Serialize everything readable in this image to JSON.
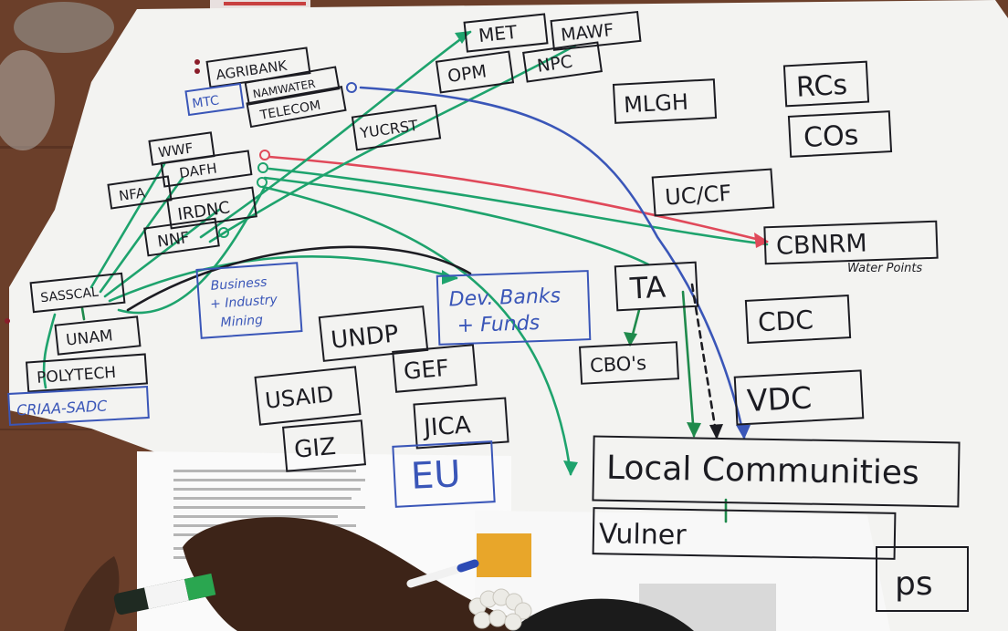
{
  "scene": {
    "description_free": true,
    "colors": {
      "table": "#6b3f2a",
      "paper": "#f3f3f1",
      "ink_black": "#1c1c22",
      "ink_blue": "#3a56b8",
      "ink_green": "#1ea36d",
      "ink_red": "#e0495a",
      "ink_dark_green": "#1f8a4c"
    }
  },
  "nodes": {
    "agribank": "AGRIBANK",
    "mtc": "MTC",
    "namwater": "NAMWATER",
    "telecom": "TELECOM",
    "met": "MET",
    "mawf": "MAWF",
    "opm": "OPM",
    "npc": "NPC",
    "yucrst": "YUCRST",
    "mlgh": "MLGH",
    "rcs": "RCs",
    "cos": "COs",
    "wwf": "WWF",
    "dafh": "DAFH",
    "nfa": "NFA",
    "irdnc": "IRDNC",
    "nnf": "NNF",
    "uc_cf": "UC/CF",
    "cbnrm": "CBNRM",
    "water_points": "Water Points",
    "sasscal": "SASSCAL",
    "business": "Business",
    "industry": "+ Industry",
    "mining": "Mining",
    "dev_banks": "Dev. Banks",
    "funds": "+ Funds",
    "ta": "TA",
    "cdc": "CDC",
    "unam": "UNAM",
    "undp": "UNDP",
    "cbos": "CBO's",
    "polytech": "POLYTECH",
    "usaid": "USAID",
    "gef": "GEF",
    "vdc": "VDC",
    "criaa_sadc": "CRIAA-SADC",
    "jica": "JICA",
    "giz": "GIZ",
    "eu": "EU",
    "local_communities": "Local Communities",
    "vulnerable": "Vulner",
    "groups_fragment": "ps"
  }
}
